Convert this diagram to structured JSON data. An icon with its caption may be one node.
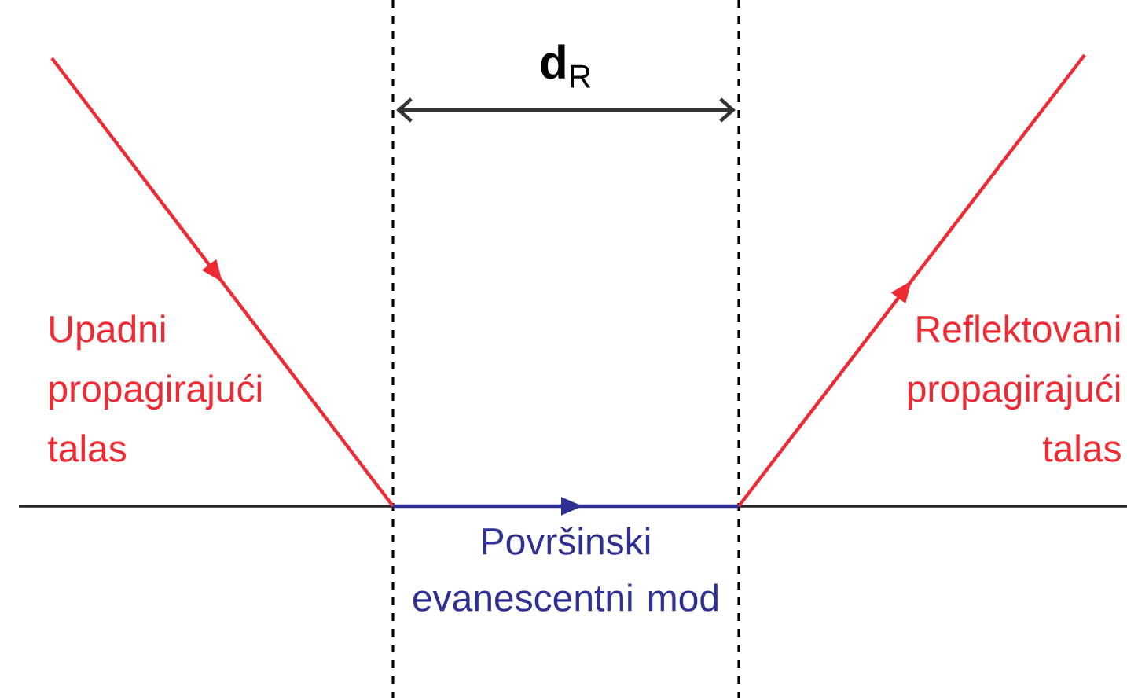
{
  "diagram": {
    "labels": [
      "**d**$_{R}$",
      "Upadni propagirajući talas",
      "Reflektovani propagirajući talas",
      "Površinski evanescentni mod"
    ]
  }
}
